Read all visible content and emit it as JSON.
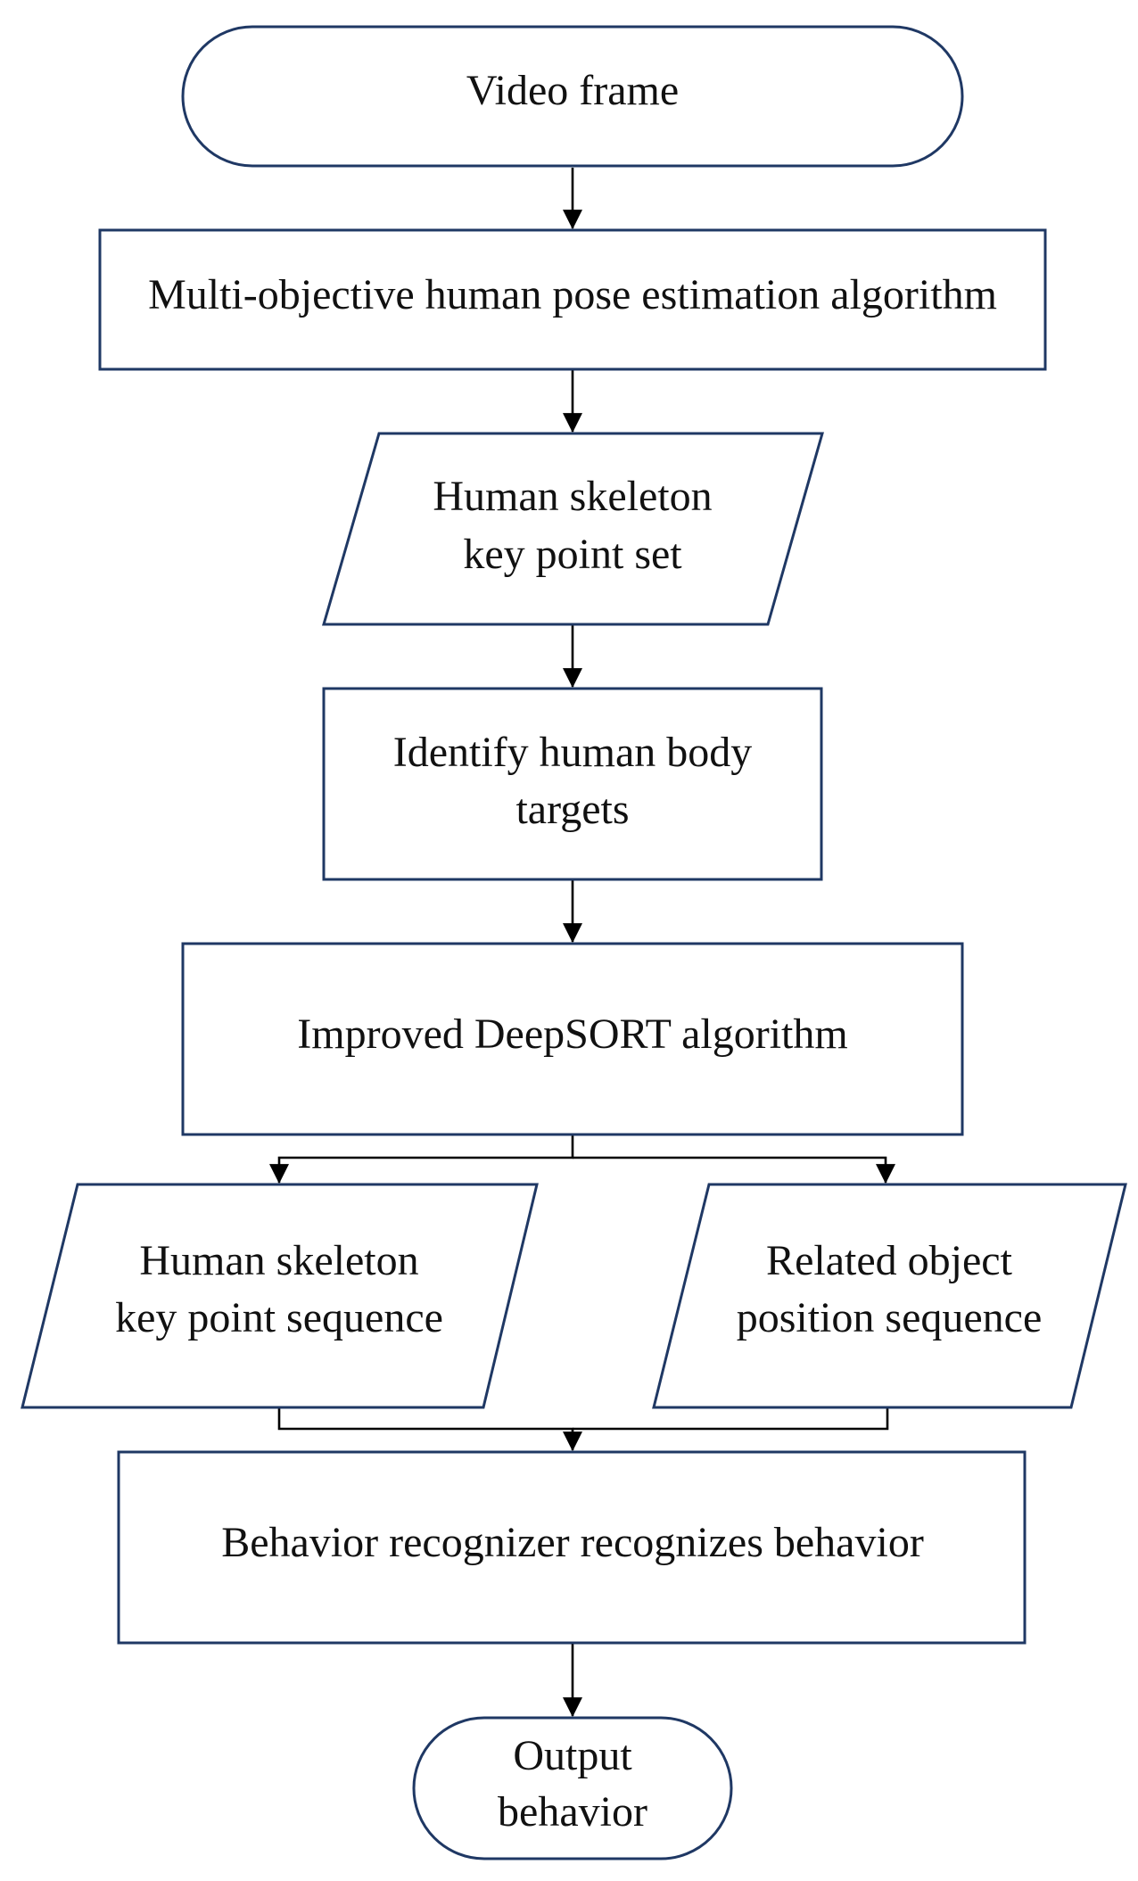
{
  "colors": {
    "shape_border": "#1f3864",
    "shape_fill": "#ffffff",
    "arrow": "#000000",
    "text": "#111111"
  },
  "nodes": {
    "video_frame": {
      "shape": "terminator",
      "lines": [
        "Video frame"
      ]
    },
    "pose_estimation": {
      "shape": "process",
      "lines": [
        "Multi-objective human pose estimation algorithm"
      ]
    },
    "skeleton_key_point_set": {
      "shape": "data",
      "lines": [
        "Human skeleton",
        "key point set"
      ]
    },
    "identify_targets": {
      "shape": "process",
      "lines": [
        "Identify human body",
        "targets"
      ]
    },
    "deepsort": {
      "shape": "process",
      "lines": [
        "Improved DeepSORT algorithm"
      ]
    },
    "skeleton_key_point_sequence": {
      "shape": "data",
      "lines": [
        "Human skeleton",
        "key point sequence"
      ]
    },
    "object_position_sequence": {
      "shape": "data",
      "lines": [
        "Related object",
        "position sequence"
      ]
    },
    "behavior_recognizer": {
      "shape": "process",
      "lines": [
        "Behavior recognizer recognizes behavior"
      ]
    },
    "output_behavior": {
      "shape": "terminator",
      "lines": [
        "Output",
        "behavior"
      ]
    }
  },
  "edges": [
    {
      "from": "video_frame",
      "to": "pose_estimation"
    },
    {
      "from": "pose_estimation",
      "to": "skeleton_key_point_set"
    },
    {
      "from": "skeleton_key_point_set",
      "to": "identify_targets"
    },
    {
      "from": "identify_targets",
      "to": "deepsort"
    },
    {
      "from": "deepsort",
      "to": "skeleton_key_point_sequence"
    },
    {
      "from": "deepsort",
      "to": "object_position_sequence"
    },
    {
      "from": "skeleton_key_point_sequence",
      "to": "behavior_recognizer"
    },
    {
      "from": "object_position_sequence",
      "to": "behavior_recognizer"
    },
    {
      "from": "behavior_recognizer",
      "to": "output_behavior"
    }
  ]
}
